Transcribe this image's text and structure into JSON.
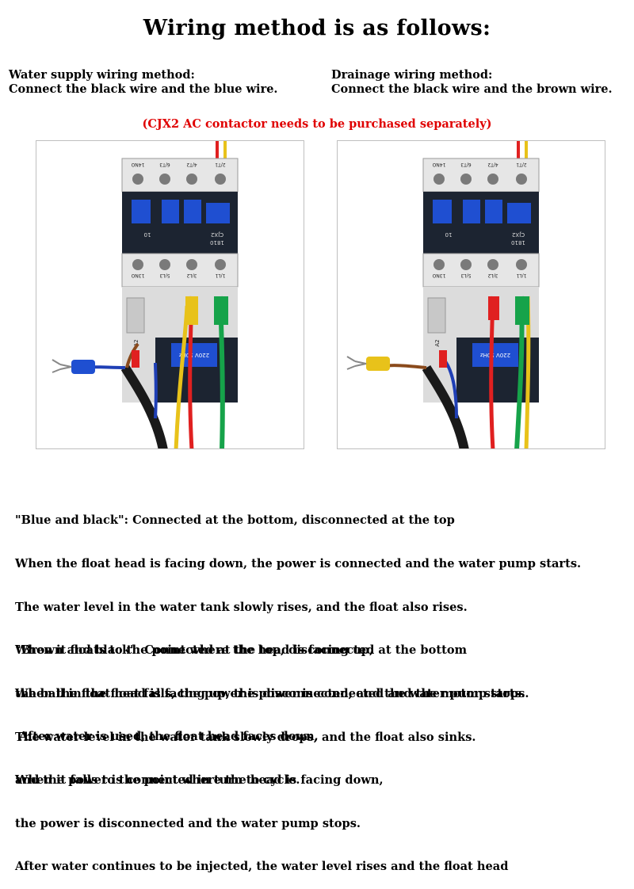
{
  "title": "Wiring method is as follows:",
  "water_supply": {
    "heading": "Water supply wiring method:",
    "text": "Connect the black wire and the blue wire."
  },
  "drainage": {
    "heading": "Drainage wiring method:",
    "text": "Connect the black wire and the brown wire."
  },
  "note": "(CJX2 AC contactor needs to be purchased separately)",
  "contactor_labels": {
    "model": "CJX2",
    "rating": "1810",
    "aux": "10",
    "terminals_top": [
      "14NO",
      "6/T3",
      "4/T2",
      "2/T1"
    ],
    "terminals_bottom": [
      "13NO",
      "5/L3",
      "3/L2",
      "1/L1"
    ],
    "coil_terminal": "A2",
    "coil_spec": "220V 50Hz"
  },
  "paragraphs": {
    "blue_black": [
      "\"Blue and black\": Connected at the bottom, disconnected at the top",
      "When the float head is facing down, the power is connected and the water pump starts.",
      "The water level in the water tank slowly rises, and the float also rises.",
      "When it floats to the point where the head is facing up,",
      "the ball in the float falls, the power is disconnected, and the water pump stops.",
      " After water is used, the float head faces down,",
      "and the power is connected in turn to cycle."
    ],
    "brown_black": [
      "\"Brown and black\": Connected at the top, disconnected at the bottom",
      "When the float head is facing up, the power is connected and the motor starts.",
      "The water level in the water tank slowly drops, and the float also sinks.",
      "When it falls to the point where the head is facing down,",
      "the power is disconnected and the water pump stops.",
      "After water continues to be injected, the water level rises and the float head"
    ]
  },
  "colors": {
    "title": "#000000",
    "note": "#e00000",
    "wire_red": "#e02020",
    "wire_yellow": "#e8c21a",
    "wire_green": "#16a34a",
    "wire_blue": "#1f3fb5",
    "wire_brown": "#8a4a1c",
    "wire_black": "#1a1a1a",
    "contactor_blue": "#1f4fd1"
  }
}
